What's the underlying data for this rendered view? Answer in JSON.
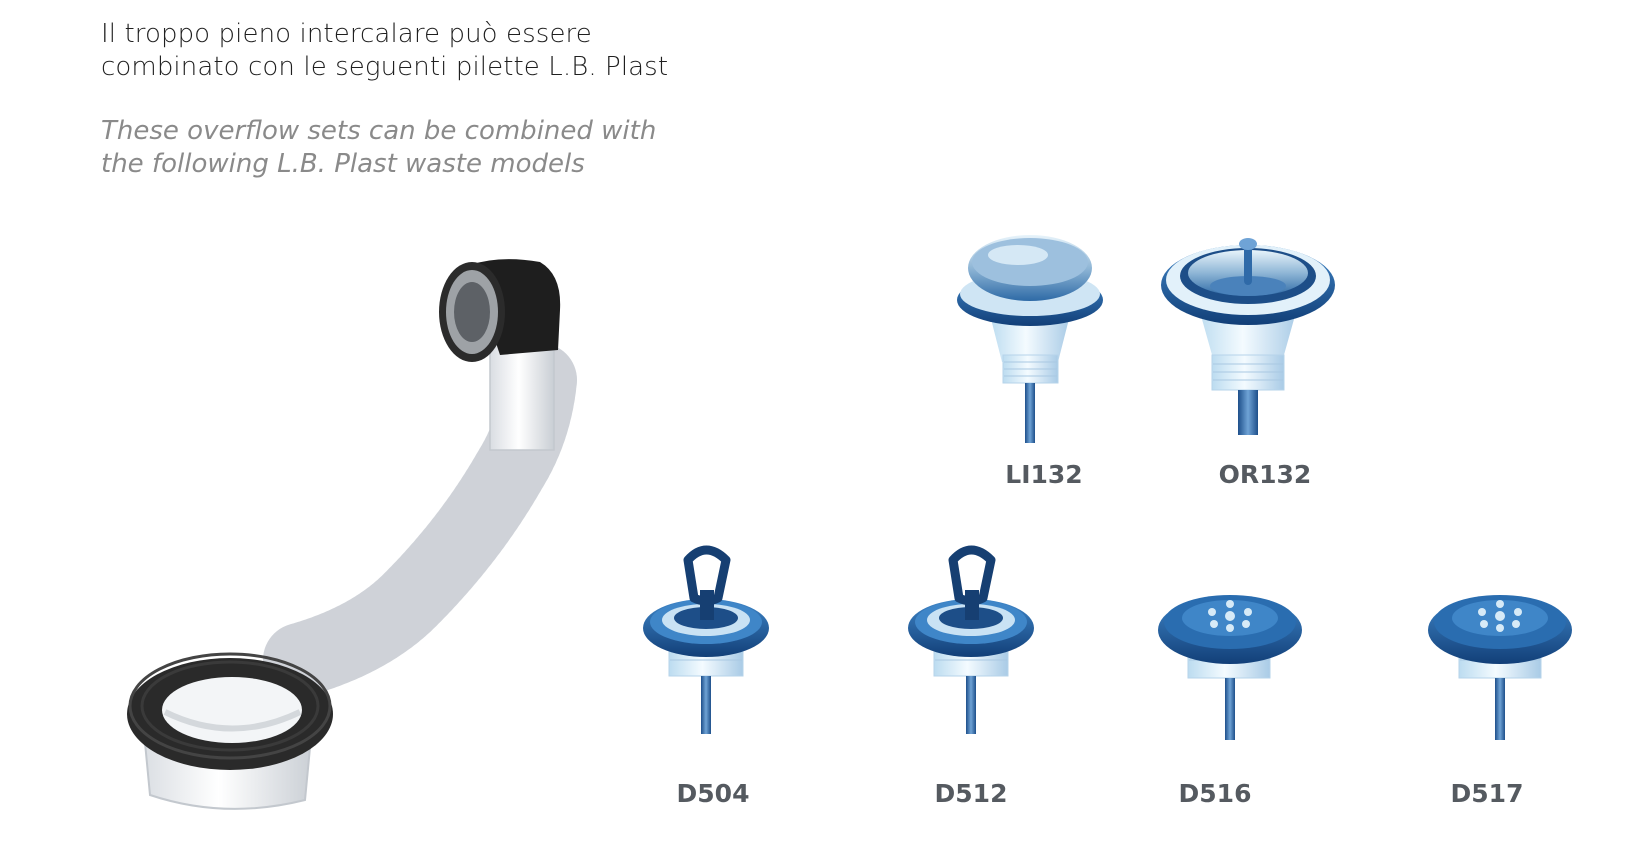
{
  "heading": {
    "line1": "Il troppo pieno intercalare può essere",
    "line2": "combinato con le seguenti pilette L.B. Plast"
  },
  "subheading": {
    "line1": "These overflow sets can be combined with",
    "line2": "the following L.B. Plast waste models"
  },
  "products": {
    "top": [
      {
        "code": "LI132",
        "style": "click-clack"
      },
      {
        "code": "OR132",
        "style": "stopper-grate"
      }
    ],
    "bottom": [
      {
        "code": "D504",
        "style": "ring-plug"
      },
      {
        "code": "D512",
        "style": "ring-plug"
      },
      {
        "code": "D516",
        "style": "grate"
      },
      {
        "code": "D517",
        "style": "grate"
      }
    ]
  },
  "colors": {
    "accent_blue": "#1f5fa8",
    "chrome_light": "#d9ecf7",
    "label_gray": "#555a60",
    "pipe_white": "#f2f4f6",
    "gasket_black": "#2a2a2a"
  }
}
